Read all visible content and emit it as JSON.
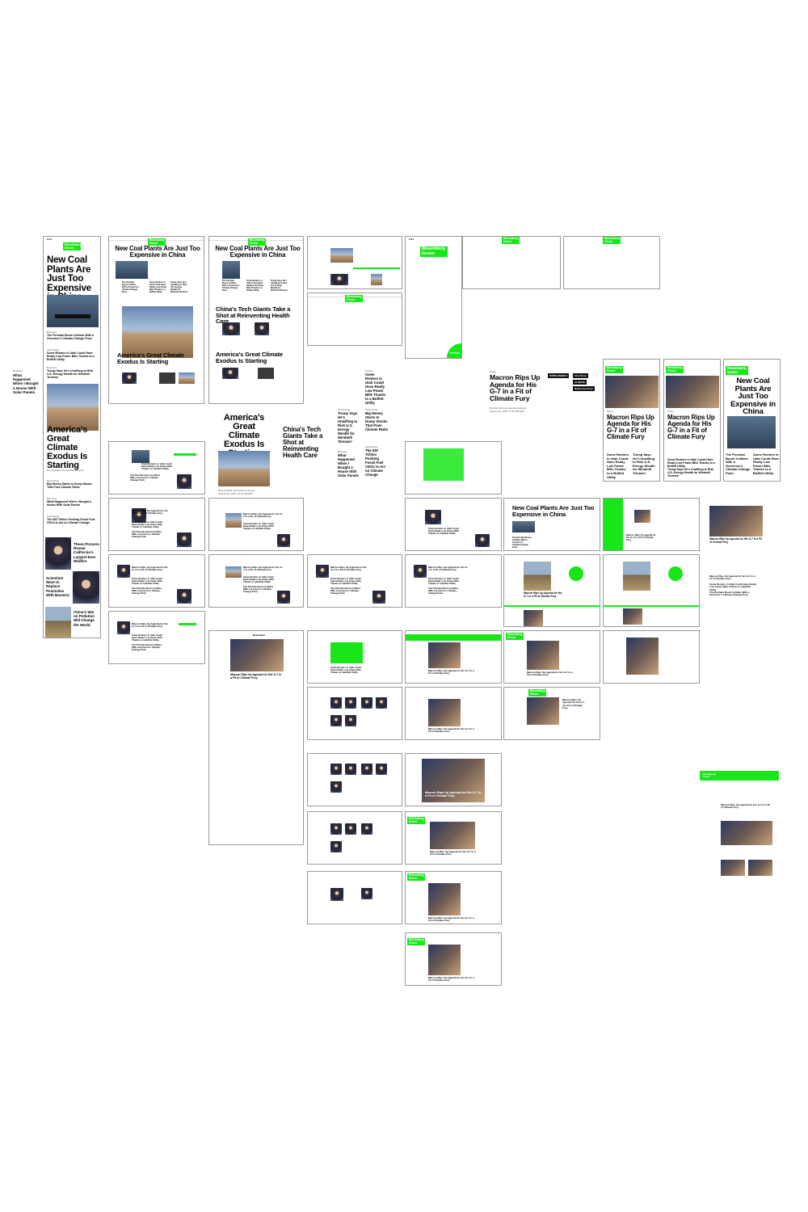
{
  "brand": {
    "logo": "Bloomberg Green",
    "accent": "#19e619"
  },
  "status": {
    "time": "9:41"
  },
  "headlines": {
    "coal": "New Coal Plants Are Just Too Expensive in China",
    "coal_short": "New Coal Plants Are Just Too Expensive in China",
    "exodus": "America's Great Climate Exodus Is Starting",
    "china_tech": "China's Tech Giants Take a Shot at Reinventing Health Care",
    "macron": "Macron Rips Up Agenda for His G-7 in a Fit of Climate Fury",
    "solar": "What Happened When I Bought a House With Solar Panels",
    "permian": "The Permian Boom Collides With a Governor's Climate-Change Push",
    "renters": "Some Renters in Utah Could Have Really Low Power Bills Thanks to a Buffett Utility",
    "trump": "Trump Says He's Unwilling to Risk U.S. Energy Wealth for Windmill 'Dreams'",
    "big_money": "Big Money Starts to Dump Stocks That Pose Climate Risks",
    "trillion": "The $32 Trillion Pushing Fossil Fuel CEOs to Act on Climate Change",
    "wildfire": "These Pictures Reveal California's Largest-Ever Wildfire",
    "bacteria": "Scientists Want to Replace Pesticides With Bacteria",
    "pollution": "China's War on Pollution Will Change the World",
    "trump_short": "Trump Says He's Unwilling to Risk U.S. Energy Wealth for Windmill 'Dreams'",
    "big_money_long": "Big Money Starts to Dump Stocks That Pose Climate Risks"
  },
  "kickers": {
    "business": "Business",
    "technology": "Technology",
    "policy": "Policy",
    "politics": "Politics"
  },
  "byline": {
    "authors": "By Aria Delfs and Helene Fouquet",
    "date": "August 25, 2019, 10:42 PM EDT",
    "date_short": "August 25, 2019, 10:42 PM EDT"
  },
  "labels": {
    "newsletter": "Newsletter",
    "the_data": "THE DATA",
    "w1": "PARIS ENERGY",
    "w2": "Fit of Fury",
    "w3": "CLIMATE",
    "w4": "Read more here"
  }
}
